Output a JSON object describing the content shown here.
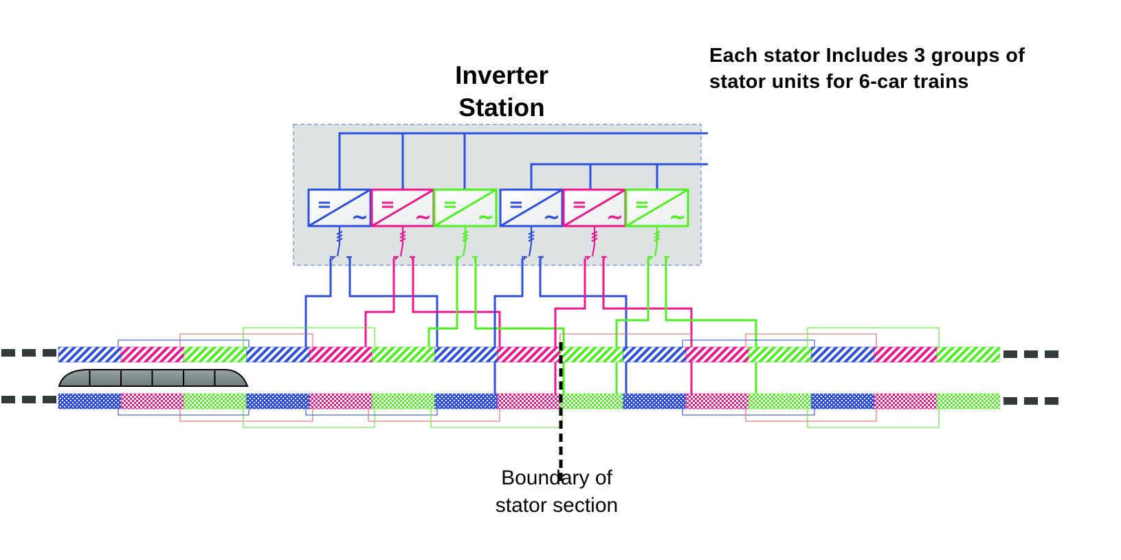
{
  "station": {
    "title_line1": "Inverter",
    "title_line2": "Station"
  },
  "note": {
    "line1": "Each stator Includes 3 groups of",
    "line2": "stator units for 6-car trains"
  },
  "boundary": {
    "label_line1": "Boundary of",
    "label_line2": "stator section"
  },
  "colors": {
    "blue": "#2c4ee0",
    "pink": "#f0148c",
    "green": "#4cf01c",
    "station_bg": "#dde3e3",
    "station_border": "#6e86d8",
    "track_dash": "#333a3a",
    "train_body": "#7d8b8b",
    "boundary_line": "#000000",
    "overlap_red": "#f06464"
  },
  "inverters": [
    {
      "phase": "blue",
      "dc_symbol": "=",
      "ac_symbol": "~",
      "feeder": 1
    },
    {
      "phase": "pink",
      "dc_symbol": "=",
      "ac_symbol": "~",
      "feeder": 1
    },
    {
      "phase": "green",
      "dc_symbol": "=",
      "ac_symbol": "~",
      "feeder": 1
    },
    {
      "phase": "blue",
      "dc_symbol": "=",
      "ac_symbol": "~",
      "feeder": 2
    },
    {
      "phase": "pink",
      "dc_symbol": "=",
      "ac_symbol": "~",
      "feeder": 2
    },
    {
      "phase": "green",
      "dc_symbol": "=",
      "ac_symbol": "~",
      "feeder": 2
    }
  ],
  "tracks": [
    {
      "name": "upper-track",
      "pattern": "diagonal-stripes",
      "segments": [
        "blue",
        "pink",
        "green",
        "blue",
        "pink",
        "green",
        "blue",
        "pink",
        "green",
        "blue",
        "pink",
        "green",
        "blue",
        "pink",
        "green"
      ]
    },
    {
      "name": "lower-track",
      "pattern": "checkered",
      "segments": [
        "blue",
        "pink",
        "green",
        "blue",
        "pink",
        "green",
        "blue",
        "pink",
        "green",
        "blue",
        "pink",
        "green",
        "blue",
        "pink",
        "green"
      ]
    }
  ],
  "train": {
    "cars": 6
  }
}
